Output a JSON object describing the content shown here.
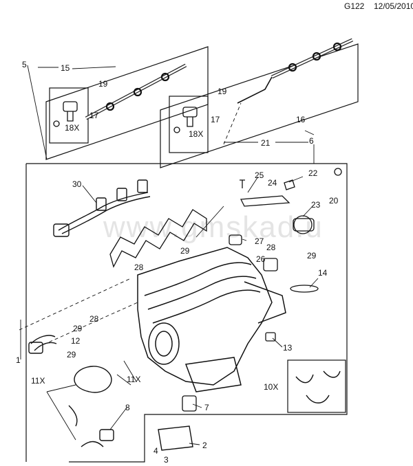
{
  "header": {
    "code": "G122",
    "date": "12/05/2010"
  },
  "watermark": "www.gmskad.u",
  "callouts": [
    "1",
    "2",
    "3",
    "4",
    "5",
    "6",
    "7",
    "8",
    "10X",
    "11X",
    "11X",
    "12",
    "13",
    "14",
    "15",
    "16",
    "17",
    "17",
    "18X",
    "18X",
    "19",
    "19",
    "20",
    "21",
    "22",
    "23",
    "24",
    "25",
    "26",
    "27",
    "28",
    "28",
    "28",
    "29",
    "29",
    "29",
    "29",
    "30"
  ],
  "colors": {
    "line": "#111111",
    "background": "#ffffff",
    "watermark": "#cfcfcf"
  }
}
